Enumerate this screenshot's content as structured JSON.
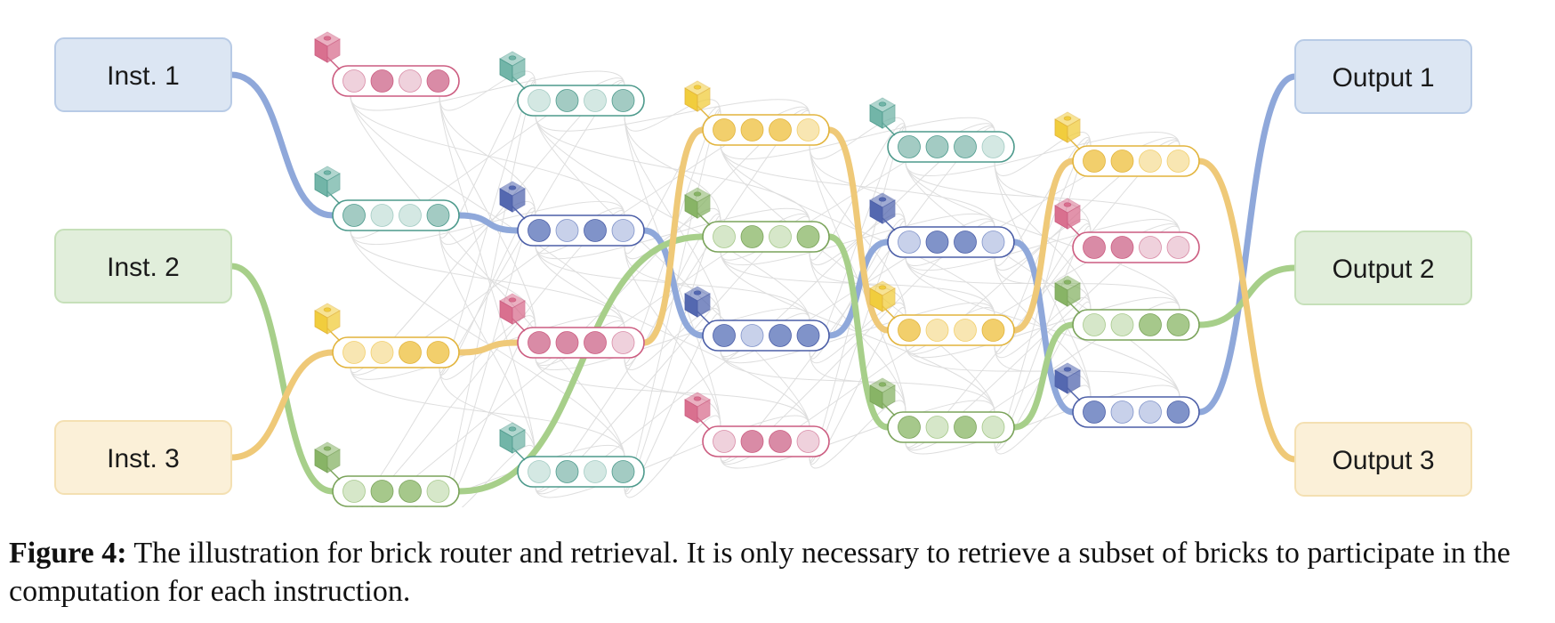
{
  "inputs": [
    {
      "label": "Inst. 1",
      "fill": "#dce6f3",
      "stroke": "#b8cbe6"
    },
    {
      "label": "Inst. 2",
      "fill": "#e1eedb",
      "stroke": "#c6e0b9"
    },
    {
      "label": "Inst. 3",
      "fill": "#fbf0d8",
      "stroke": "#f4e0b2"
    }
  ],
  "outputs": [
    {
      "label": "Output 1",
      "fill": "#dce6f3",
      "stroke": "#b8cbe6"
    },
    {
      "label": "Output 2",
      "fill": "#e1eedb",
      "stroke": "#c6e0b9"
    },
    {
      "label": "Output 3",
      "fill": "#fbf0d8",
      "stroke": "#f4e0b2"
    }
  ],
  "palette": {
    "blue": {
      "stroke": "#4b5ea7",
      "dark": "#8093c9",
      "light": "#c8d1ea",
      "cube": "#5468b0",
      "route": "#8fa8da"
    },
    "green": {
      "stroke": "#7aa35a",
      "dark": "#a6c88b",
      "light": "#d6e7c9",
      "cube": "#88b466",
      "route": "#a7cf8a"
    },
    "yellow": {
      "stroke": "#e2b43c",
      "dark": "#f2cf6c",
      "light": "#f8e6b2",
      "cube": "#f1cd3d",
      "route": "#efc978"
    },
    "pink": {
      "stroke": "#cc5c80",
      "dark": "#d98ba6",
      "light": "#efd1dc",
      "cube": "#d9708f",
      "route": "#e79ab3"
    },
    "teal": {
      "stroke": "#4d9a8c",
      "dark": "#a3cbc3",
      "light": "#d4e8e3",
      "cube": "#72b5a8",
      "route": "#8ccabd"
    }
  },
  "bricks": [
    {
      "id": "p1",
      "color": "pink",
      "pattern": [
        0,
        1,
        0,
        1
      ]
    },
    {
      "id": "t1",
      "color": "teal",
      "pattern": [
        1,
        0,
        0,
        1
      ]
    },
    {
      "id": "y1",
      "color": "yellow",
      "pattern": [
        0,
        0,
        1,
        1
      ]
    },
    {
      "id": "g1",
      "color": "green",
      "pattern": [
        0,
        1,
        1,
        0
      ]
    },
    {
      "id": "t2",
      "color": "teal",
      "pattern": [
        0,
        1,
        0,
        1
      ]
    },
    {
      "id": "b2",
      "color": "blue",
      "pattern": [
        1,
        0,
        1,
        0
      ]
    },
    {
      "id": "p2",
      "color": "pink",
      "pattern": [
        1,
        1,
        1,
        0
      ]
    },
    {
      "id": "t3",
      "color": "teal",
      "pattern": [
        0,
        1,
        0,
        1
      ]
    },
    {
      "id": "y3",
      "color": "yellow",
      "pattern": [
        1,
        1,
        1,
        0
      ]
    },
    {
      "id": "g3",
      "color": "green",
      "pattern": [
        0,
        1,
        0,
        1
      ]
    },
    {
      "id": "b3",
      "color": "blue",
      "pattern": [
        1,
        0,
        1,
        1
      ]
    },
    {
      "id": "p3",
      "color": "pink",
      "pattern": [
        0,
        1,
        1,
        0
      ]
    },
    {
      "id": "t4",
      "color": "teal",
      "pattern": [
        1,
        1,
        1,
        0
      ]
    },
    {
      "id": "b4",
      "color": "blue",
      "pattern": [
        0,
        1,
        1,
        0
      ]
    },
    {
      "id": "y4",
      "color": "yellow",
      "pattern": [
        1,
        0,
        0,
        1
      ]
    },
    {
      "id": "g4",
      "color": "green",
      "pattern": [
        1,
        0,
        1,
        0
      ]
    },
    {
      "id": "y5",
      "color": "yellow",
      "pattern": [
        1,
        1,
        0,
        0
      ]
    },
    {
      "id": "p5",
      "color": "pink",
      "pattern": [
        1,
        1,
        0,
        0
      ]
    },
    {
      "id": "g5",
      "color": "green",
      "pattern": [
        0,
        0,
        1,
        1
      ]
    },
    {
      "id": "b5",
      "color": "blue",
      "pattern": [
        1,
        0,
        0,
        1
      ]
    }
  ],
  "routes": [
    {
      "color": "blue",
      "path": [
        "in0",
        "t1",
        "b2",
        "b3",
        "b4",
        "b5",
        "out0"
      ]
    },
    {
      "color": "green",
      "path": [
        "in1",
        "g1",
        "g3",
        "g4",
        "g5",
        "out1"
      ]
    },
    {
      "color": "yellow",
      "path": [
        "in2",
        "y1",
        "p2",
        "y3",
        "y4",
        "y5",
        "out2"
      ]
    }
  ],
  "caption": {
    "label": "Figure 4:",
    "text": " The illustration for brick router and retrieval. It is only necessary to retrieve a subset of bricks to participate in the computation for each instruction."
  }
}
